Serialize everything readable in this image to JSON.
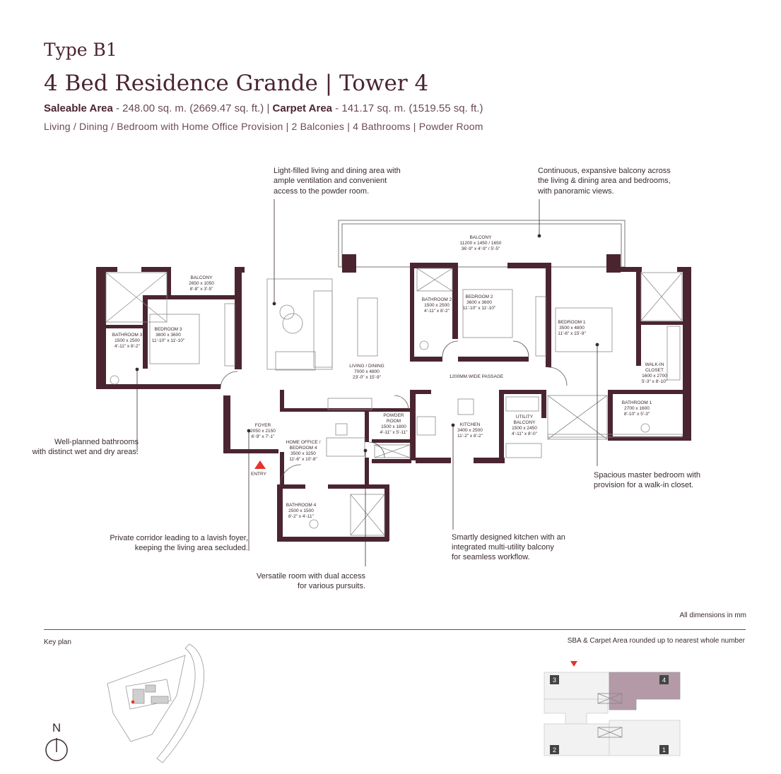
{
  "header": {
    "type_title": "Type B1",
    "main_title": "4 Bed Residence Grande | Tower 4",
    "saleable_label": "Saleable Area",
    "saleable_value": " - 248.00 sq. m. (2669.47 sq. ft.) | ",
    "carpet_label": "Carpet Area",
    "carpet_value": " - 141.17 sq. m. (1519.55 sq. ft.)",
    "features": "Living / Dining / Bedroom with Home Office Provision | 2 Balconies | 4 Bathrooms | Powder Room"
  },
  "callouts": {
    "living": [
      "Light-filled living and dining area with",
      "ample ventilation and convenient",
      "access to the powder room."
    ],
    "balcony": [
      "Continuous, expansive balcony across",
      "the living & dining area and bedrooms,",
      "with panoramic views."
    ],
    "bathrooms": [
      "Well-planned bathrooms",
      "with distinct wet and dry areas."
    ],
    "master": [
      "Spacious master bedroom with",
      "provision for a walk-in closet."
    ],
    "corridor": [
      "Private corridor leading to a lavish foyer,",
      "keeping the living area secluded."
    ],
    "kitchen": [
      "Smartly designed kitchen with an",
      "integrated multi-utility balcony",
      "for seamless workflow."
    ],
    "office": [
      "Versatile room with dual access",
      "for various pursuits."
    ]
  },
  "rooms": {
    "balcony_main": [
      "BALCONY",
      "11200 x 1450 / 1650",
      "36'-9\" x 4'-9\" / 5'-5\""
    ],
    "balcony_small": [
      "BALCONY",
      "2650 x 1050",
      "8'-8\" x 3'-5\""
    ],
    "bathroom3": [
      "BATHROOM 3",
      "1500 x 2500",
      "4'-11\" x 8'-2\""
    ],
    "bedroom3": [
      "BEDROOM 3",
      "3600 x 3600",
      "11'-10\" x 11'-10\""
    ],
    "living": [
      "LIVING / DINING",
      "7000 x 4800",
      "23'-0\" x 15'-9\""
    ],
    "bathroom2": [
      "BATHROOM 2",
      "1500 x 2500",
      "4'-11\" x 8'-2\""
    ],
    "bedroom2": [
      "BEDROOM 2",
      "3600 x 3600",
      "11'-10\" x 11'-10\""
    ],
    "bedroom1": [
      "BEDROOM 1",
      "3500 x 4800",
      "11'-6\" x 15'-9\""
    ],
    "walkin": [
      "WALK-IN",
      "CLOSET",
      "1600 x 2700",
      "5'-3\" x 8'-10\""
    ],
    "passage": [
      "1200MM WIDE PASSAGE"
    ],
    "foyer": [
      "FOYER",
      "2050 x 2150",
      "6'-9\" x 7'-1\""
    ],
    "office": [
      "HOME OFFICE /",
      "BEDROOM 4",
      "3500 x 3250",
      "11'-6\" x 10'-8\""
    ],
    "powder": [
      "POWDER",
      "ROOM",
      "1500 x 1800",
      "4'-11\" x 5'-11\""
    ],
    "kitchen": [
      "KITCHEN",
      "3400 x 2500",
      "11'-2\" x 8'-2\""
    ],
    "utility": [
      "UTILITY",
      "BALCONY",
      "1500 x 2450",
      "4'-11\" x 8'-0\""
    ],
    "bathroom1": [
      "BATHROOM 1",
      "2700 x 1600",
      "8'-10\" x 5'-3\""
    ],
    "bathroom4": [
      "BATHROOM 4",
      "2500 x 1500",
      "8'-2\" x 4'-11\""
    ],
    "entry": "ENTRY"
  },
  "notes": {
    "dimensions": "All dimensions in mm",
    "key_plan": "Key plan",
    "rounding": "SBA & Carpet Area rounded up to nearest whole number",
    "north": "N"
  },
  "key_plan_units": [
    "3",
    "4",
    "2",
    "1"
  ],
  "colors": {
    "wall": "#4a2530",
    "highlight": "#b49aa6",
    "entry_marker": "#e8332a"
  }
}
